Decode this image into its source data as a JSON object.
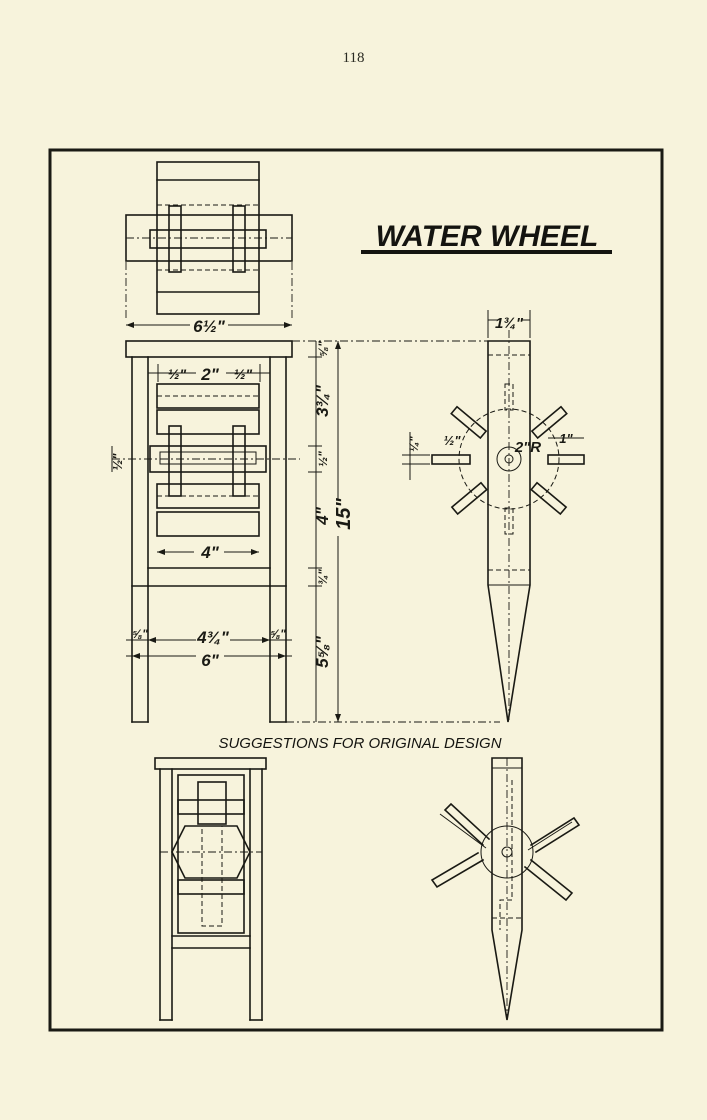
{
  "page": {
    "number": "118"
  },
  "drawing": {
    "title": "WATER WHEEL",
    "caption": "SUGGESTIONS FOR ORIGINAL DESIGN",
    "front_dims": {
      "top_width": "6½\"",
      "half_a": "½\"",
      "inner_2": "2\"",
      "half_b": "½\"",
      "bracket_4": "4\"",
      "five_eighths_l": "⅝\"",
      "four_three_quarters": "4¾\"",
      "five_eighths_r": "⅝\"",
      "six": "6\"",
      "left_half": "½\""
    },
    "height_dims": {
      "top": "⅝\"",
      "a": "3¾\"",
      "b": "½\"",
      "c": "4\"",
      "d": "¾\"",
      "e": "5⅝\"",
      "total": "15\""
    },
    "side_dims": {
      "width": "1¾\"",
      "paddle_gap": "½\"",
      "hub": "2\"R",
      "paddle_len": "1\"",
      "paddle_thick": "¼\""
    }
  }
}
